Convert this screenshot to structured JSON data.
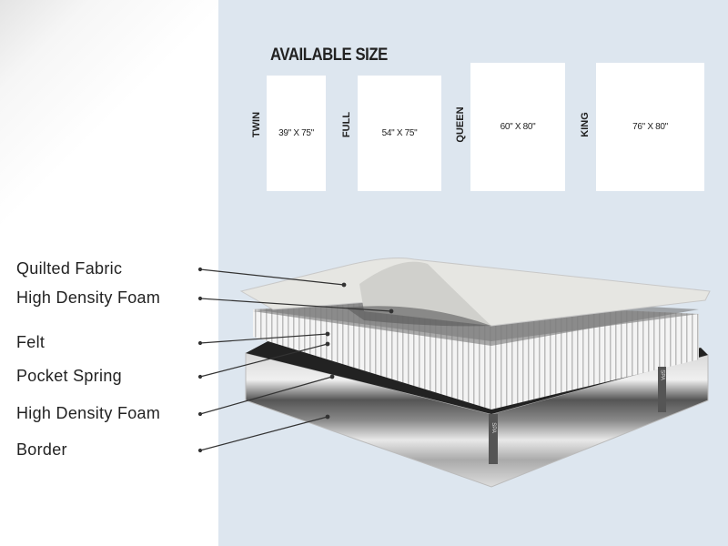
{
  "sizes_section": {
    "title": "AVAILABLE SIZE",
    "sizes": [
      {
        "name": "TWIN",
        "dimensions": "39\" X 75\""
      },
      {
        "name": "FULL",
        "dimensions": "54\" X 75\""
      },
      {
        "name": "QUEEN",
        "dimensions": "60\" X 80\""
      },
      {
        "name": "KING",
        "dimensions": "76\" X 80\""
      }
    ]
  },
  "layers": [
    {
      "label": "Quilted Fabric"
    },
    {
      "label": "High Density Foam"
    },
    {
      "label": "Felt"
    },
    {
      "label": "Pocket Spring"
    },
    {
      "label": "High Density Foam"
    },
    {
      "label": "Border"
    }
  ],
  "brand_mark": "SPA",
  "colors": {
    "panel": "#dde6ef",
    "text": "#222222"
  }
}
